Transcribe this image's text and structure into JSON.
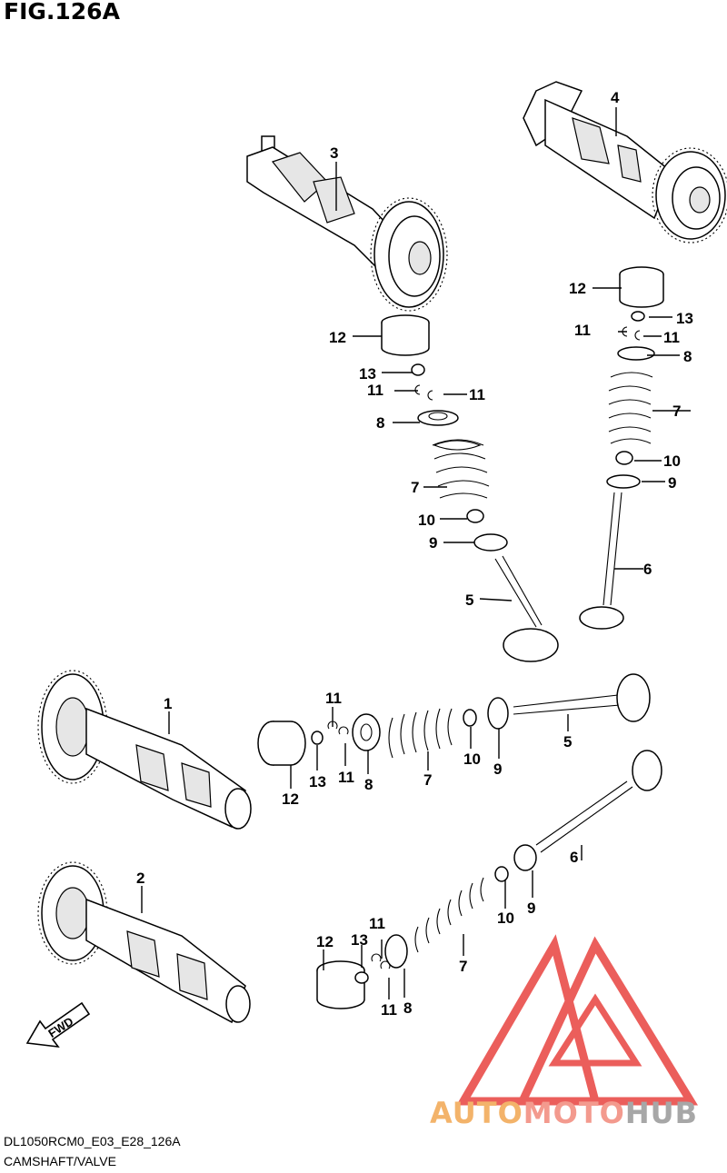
{
  "figure": {
    "title": "FIG.126A",
    "model_code": "DL1050RCM0_E03_E28_126A",
    "section_name": "CAMSHAFT/VALVE"
  },
  "callouts": {
    "c1": "1",
    "c2": "2",
    "c3": "3",
    "c4": "4",
    "c5a": "5",
    "c5b": "5",
    "c6a": "6",
    "c6b": "6",
    "c7a": "7",
    "c7b": "7",
    "c7c": "7",
    "c7d": "7",
    "c8a": "8",
    "c8b": "8",
    "c8c": "8",
    "c8d": "8",
    "c9a": "9",
    "c9b": "9",
    "c9c": "9",
    "c9d": "9",
    "c10a": "10",
    "c10b": "10",
    "c10c": "10",
    "c10d": "10",
    "c11a": "11",
    "c11b": "11",
    "c11c": "11",
    "c11d": "11",
    "c11e": "11",
    "c11f": "11",
    "c11g": "11",
    "c12a": "12",
    "c12b": "12",
    "c12c": "12",
    "c12d": "12",
    "c13a": "13",
    "c13b": "13",
    "c13c": "13",
    "c13d": "13"
  },
  "fwd_arrow": {
    "label": "FWD"
  },
  "watermark": {
    "part1": "AUTO",
    "part2": "MOTO",
    "part3": "HUB"
  },
  "colors": {
    "watermark_red": "#e8423f",
    "watermark_orange": "#f3b36a",
    "watermark_gray": "#a7a7a7"
  }
}
